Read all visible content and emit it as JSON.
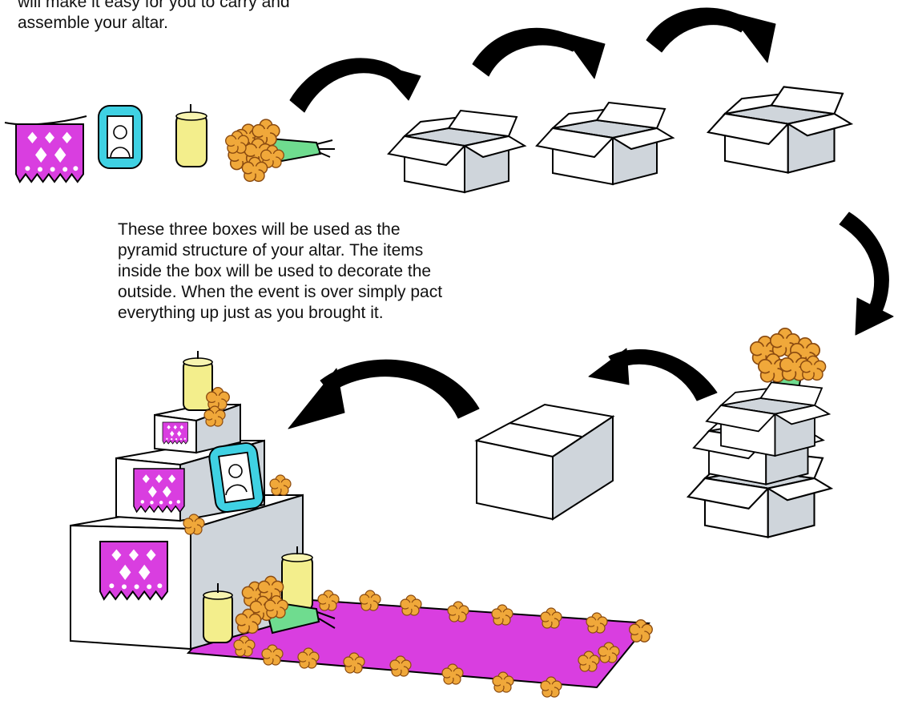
{
  "captions": {
    "top": [
      "will make it easy for you to carry and",
      "assemble your altar."
    ],
    "middle": [
      "These three boxes will be used as the",
      "pyramid structure of your altar.  The items",
      "inside the box will be used to decorate the",
      "outside.  When the event is over simply pact",
      "everything up just as you brought it."
    ]
  },
  "colors": {
    "papel_picado": "#d93ee0",
    "frame": "#3fd1e3",
    "candle": "#f3ee8c",
    "marigold": "#f0a83a",
    "marigold_center": "#c9731a",
    "stems": "#6fdc8f",
    "box_top": "#ffffff",
    "box_inside": "#cfd5db",
    "arrow": "#000000",
    "carpet": "#d93ee0"
  },
  "icons": [
    "papel-picado-icon",
    "portrait-frame-icon",
    "candle-icon",
    "marigold-bouquet-icon",
    "open-box-icon",
    "closed-box-icon",
    "curved-arrow-icon",
    "altar-pyramid-icon"
  ]
}
